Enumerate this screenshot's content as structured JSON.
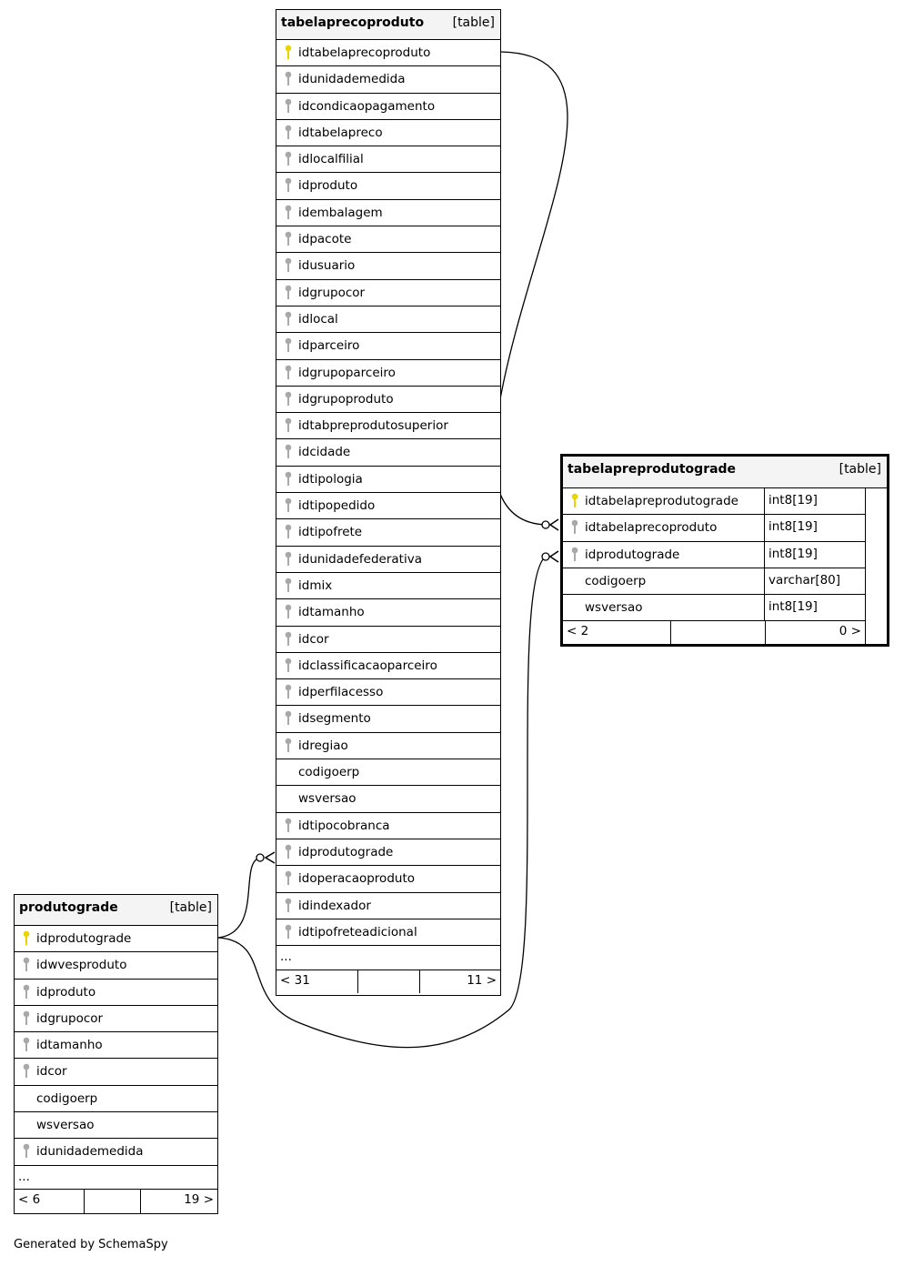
{
  "tables": {
    "tabelaprecoproduto": {
      "name": "tabelaprecoproduto",
      "type": "[table]",
      "columns": [
        {
          "name": "idtabelaprecoproduto",
          "key": "primary"
        },
        {
          "name": "idunidademedida",
          "key": "foreign"
        },
        {
          "name": "idcondicaopagamento",
          "key": "foreign"
        },
        {
          "name": "idtabelapreco",
          "key": "foreign"
        },
        {
          "name": "idlocalfilial",
          "key": "foreign"
        },
        {
          "name": "idproduto",
          "key": "foreign"
        },
        {
          "name": "idembalagem",
          "key": "foreign"
        },
        {
          "name": "idpacote",
          "key": "foreign"
        },
        {
          "name": "idusuario",
          "key": "foreign"
        },
        {
          "name": "idgrupocor",
          "key": "foreign"
        },
        {
          "name": "idlocal",
          "key": "foreign"
        },
        {
          "name": "idparceiro",
          "key": "foreign"
        },
        {
          "name": "idgrupoparceiro",
          "key": "foreign"
        },
        {
          "name": "idgrupoproduto",
          "key": "foreign"
        },
        {
          "name": "idtabpreprodutosuperior",
          "key": "foreign"
        },
        {
          "name": "idcidade",
          "key": "foreign"
        },
        {
          "name": "idtipologia",
          "key": "foreign"
        },
        {
          "name": "idtipopedido",
          "key": "foreign"
        },
        {
          "name": "idtipofrete",
          "key": "foreign"
        },
        {
          "name": "idunidadefederativa",
          "key": "foreign"
        },
        {
          "name": "idmix",
          "key": "foreign"
        },
        {
          "name": "idtamanho",
          "key": "foreign"
        },
        {
          "name": "idcor",
          "key": "foreign"
        },
        {
          "name": "idclassificacaoparceiro",
          "key": "foreign"
        },
        {
          "name": "idperfilacesso",
          "key": "foreign"
        },
        {
          "name": "idsegmento",
          "key": "foreign"
        },
        {
          "name": "idregiao",
          "key": "foreign"
        },
        {
          "name": "codigoerp",
          "key": "none"
        },
        {
          "name": "wsversao",
          "key": "none"
        },
        {
          "name": "idtipocobranca",
          "key": "foreign"
        },
        {
          "name": "idprodutograde",
          "key": "foreign"
        },
        {
          "name": "idoperacaoproduto",
          "key": "foreign"
        },
        {
          "name": "idindexador",
          "key": "foreign"
        },
        {
          "name": "idtipofreteadicional",
          "key": "foreign"
        }
      ],
      "ellipsis": "...",
      "footer": {
        "left": "< 31",
        "right": "11 >"
      }
    },
    "tabelapreprodutograde": {
      "name": "tabelapreprodutograde",
      "type": "[table]",
      "columns": [
        {
          "name": "idtabelapreprodutograde",
          "key": "primary",
          "type": "int8[19]"
        },
        {
          "name": "idtabelaprecoproduto",
          "key": "foreign",
          "type": "int8[19]"
        },
        {
          "name": "idprodutograde",
          "key": "foreign",
          "type": "int8[19]"
        },
        {
          "name": "codigoerp",
          "key": "none",
          "type": "varchar[80]"
        },
        {
          "name": "wsversao",
          "key": "none",
          "type": "int8[19]"
        }
      ],
      "footer": {
        "left": "< 2",
        "right": "0 >"
      }
    },
    "produtograde": {
      "name": "produtograde",
      "type": "[table]",
      "columns": [
        {
          "name": "idprodutograde",
          "key": "primary"
        },
        {
          "name": "idwvesproduto",
          "key": "foreign"
        },
        {
          "name": "idproduto",
          "key": "foreign"
        },
        {
          "name": "idgrupocor",
          "key": "foreign"
        },
        {
          "name": "idtamanho",
          "key": "foreign"
        },
        {
          "name": "idcor",
          "key": "foreign"
        },
        {
          "name": "codigoerp",
          "key": "none"
        },
        {
          "name": "wsversao",
          "key": "none"
        },
        {
          "name": "idunidademedida",
          "key": "foreign"
        }
      ],
      "ellipsis": "...",
      "footer": {
        "left": "< 6",
        "right": "19 >"
      }
    }
  },
  "colors": {
    "primary_key": "#e8d400",
    "foreign_key": "#a8a8a8",
    "header_bg": "#f4f4f4"
  },
  "credit": "Generated by SchemaSpy"
}
